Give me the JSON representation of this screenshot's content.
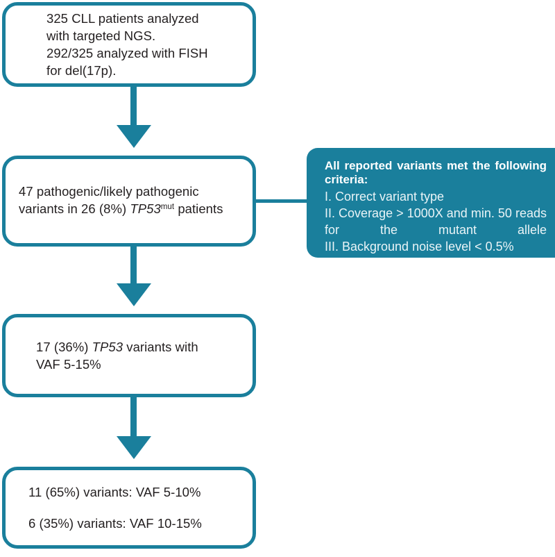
{
  "theme": {
    "accent": "#1a7f9c",
    "node_fill": "#ffffff",
    "node_text": "#231f20",
    "panel_text": "#ffffff",
    "panel_body_text": "#e9f4f7"
  },
  "nodes": {
    "intake": {
      "line1": "325 CLL patients analyzed",
      "line2": "with targeted NGS.",
      "line3": "292/325 analyzed with FISH",
      "line4": "for del(17p)."
    },
    "variants": {
      "line1": "47 pathogenic/likely pathogenic",
      "line2_pre": "variants in 26 (8%) ",
      "line2_gene": "TP53",
      "line2_sup": "mut",
      "line2_post": " patients"
    },
    "lowvaf": {
      "line1_pre": "17 (36%) ",
      "line1_gene": "TP53",
      "line1_post": " variants with",
      "line2": "VAF 5-15%"
    },
    "vafsplit": {
      "line1": "11 (65%) variants: VAF 5-10%",
      "line2": "6 (35%) variants: VAF 10-15%"
    }
  },
  "criteria_panel": {
    "title": "All reported variants met the following criteria:",
    "items": [
      "I. Correct variant type",
      "II. Coverage > 1000X and min. 50 reads for the mutant allele",
      "III. Background noise level < 0.5%"
    ]
  }
}
